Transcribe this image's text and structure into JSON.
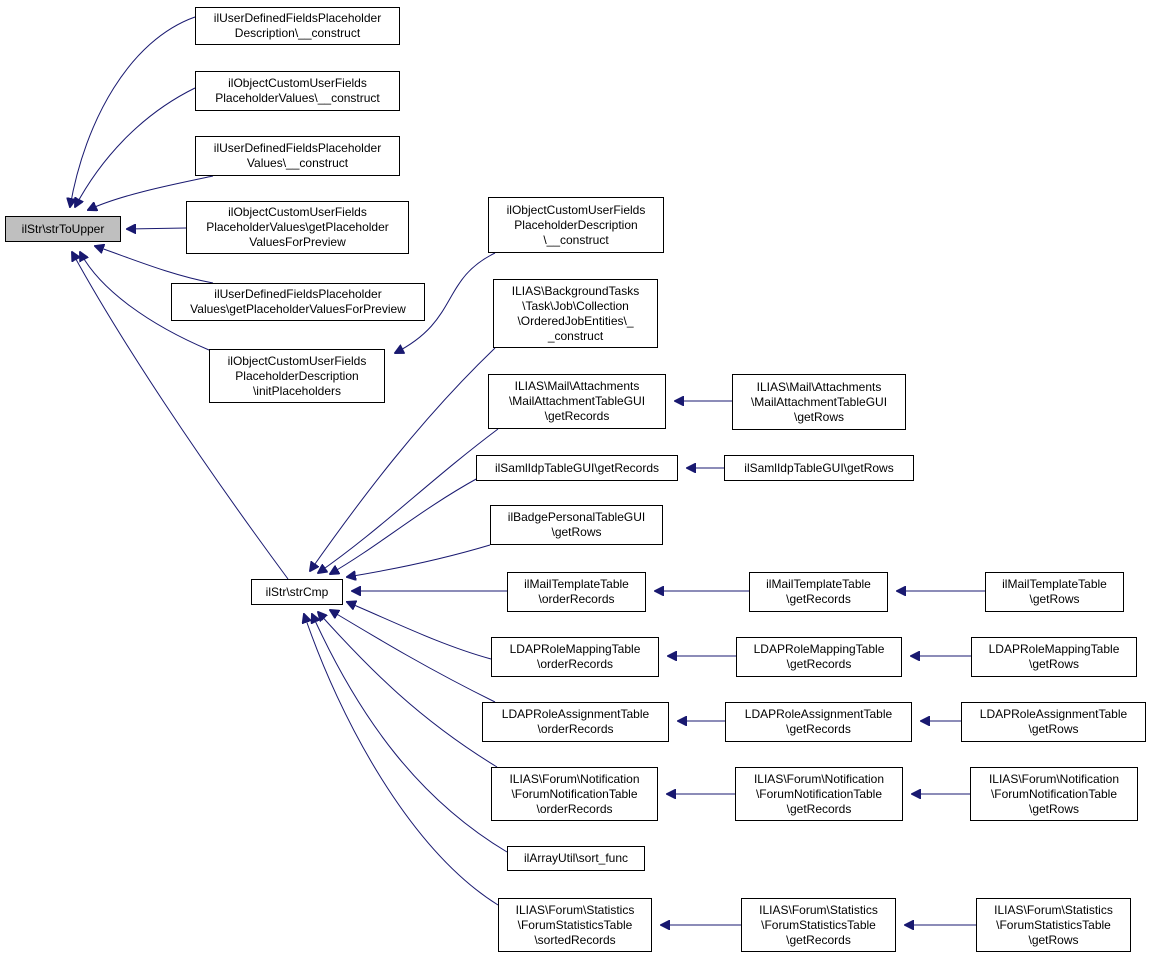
{
  "colors": {
    "edge": "#191970",
    "root_fill": "#bfbfbf",
    "node_fill": "#ffffff",
    "node_border": "#000000"
  },
  "nodes": {
    "n0": [
      "ilStr\\strToUpper"
    ],
    "n1": [
      "ilUserDefinedFieldsPlaceholder",
      "Description\\__construct"
    ],
    "n2": [
      "ilObjectCustomUserFields",
      "PlaceholderValues\\__construct"
    ],
    "n3": [
      "ilUserDefinedFieldsPlaceholder",
      "Values\\__construct"
    ],
    "n4": [
      "ilObjectCustomUserFields",
      "PlaceholderValues\\getPlaceholder",
      "ValuesForPreview"
    ],
    "n5": [
      "ilUserDefinedFieldsPlaceholder",
      "Values\\getPlaceholderValuesForPreview"
    ],
    "n6": [
      "ilObjectCustomUserFields",
      "PlaceholderDescription",
      "\\initPlaceholders"
    ],
    "n7": [
      "ilObjectCustomUserFields",
      "PlaceholderDescription",
      "\\__construct"
    ],
    "n8": [
      "ilStr\\strCmp"
    ],
    "n9": [
      "ILIAS\\BackgroundTasks",
      "\\Task\\Job\\Collection",
      "\\OrderedJobEntities\\_",
      "_construct"
    ],
    "n10": [
      "ILIAS\\Mail\\Attachments",
      "\\MailAttachmentTableGUI",
      "\\getRecords"
    ],
    "n11": [
      "ILIAS\\Mail\\Attachments",
      "\\MailAttachmentTableGUI",
      "\\getRows"
    ],
    "n12": [
      "ilSamlIdpTableGUI\\getRecords"
    ],
    "n13": [
      "ilSamlIdpTableGUI\\getRows"
    ],
    "n14": [
      "ilBadgePersonalTableGUI",
      "\\getRows"
    ],
    "n15": [
      "ilMailTemplateTable",
      "\\orderRecords"
    ],
    "n16": [
      "ilMailTemplateTable",
      "\\getRecords"
    ],
    "n17": [
      "ilMailTemplateTable",
      "\\getRows"
    ],
    "n18": [
      "LDAPRoleMappingTable",
      "\\orderRecords"
    ],
    "n19": [
      "LDAPRoleMappingTable",
      "\\getRecords"
    ],
    "n20": [
      "LDAPRoleMappingTable",
      "\\getRows"
    ],
    "n21": [
      "LDAPRoleAssignmentTable",
      "\\orderRecords"
    ],
    "n22": [
      "LDAPRoleAssignmentTable",
      "\\getRecords"
    ],
    "n23": [
      "LDAPRoleAssignmentTable",
      "\\getRows"
    ],
    "n24": [
      "ILIAS\\Forum\\Notification",
      "\\ForumNotificationTable",
      "\\orderRecords"
    ],
    "n25": [
      "ILIAS\\Forum\\Notification",
      "\\ForumNotificationTable",
      "\\getRecords"
    ],
    "n26": [
      "ILIAS\\Forum\\Notification",
      "\\ForumNotificationTable",
      "\\getRows"
    ],
    "n27": [
      "ilArrayUtil\\sort_func"
    ],
    "n28": [
      "ILIAS\\Forum\\Statistics",
      "\\ForumStatisticsTable",
      "\\sortedRecords"
    ],
    "n29": [
      "ILIAS\\Forum\\Statistics",
      "\\ForumStatisticsTable",
      "\\getRecords"
    ],
    "n30": [
      "ILIAS\\Forum\\Statistics",
      "\\ForumStatisticsTable",
      "\\getRows"
    ]
  },
  "edges": [
    [
      "n1",
      "n0"
    ],
    [
      "n2",
      "n0"
    ],
    [
      "n3",
      "n0"
    ],
    [
      "n4",
      "n0"
    ],
    [
      "n5",
      "n0"
    ],
    [
      "n6",
      "n0"
    ],
    [
      "n8",
      "n0"
    ],
    [
      "n7",
      "n6"
    ],
    [
      "n9",
      "n8"
    ],
    [
      "n10",
      "n8"
    ],
    [
      "n12",
      "n8"
    ],
    [
      "n14",
      "n8"
    ],
    [
      "n15",
      "n8"
    ],
    [
      "n18",
      "n8"
    ],
    [
      "n21",
      "n8"
    ],
    [
      "n24",
      "n8"
    ],
    [
      "n27",
      "n8"
    ],
    [
      "n28",
      "n8"
    ],
    [
      "n11",
      "n10"
    ],
    [
      "n13",
      "n12"
    ],
    [
      "n16",
      "n15"
    ],
    [
      "n17",
      "n16"
    ],
    [
      "n19",
      "n18"
    ],
    [
      "n20",
      "n19"
    ],
    [
      "n22",
      "n21"
    ],
    [
      "n23",
      "n22"
    ],
    [
      "n25",
      "n24"
    ],
    [
      "n26",
      "n25"
    ],
    [
      "n29",
      "n28"
    ],
    [
      "n30",
      "n29"
    ]
  ]
}
